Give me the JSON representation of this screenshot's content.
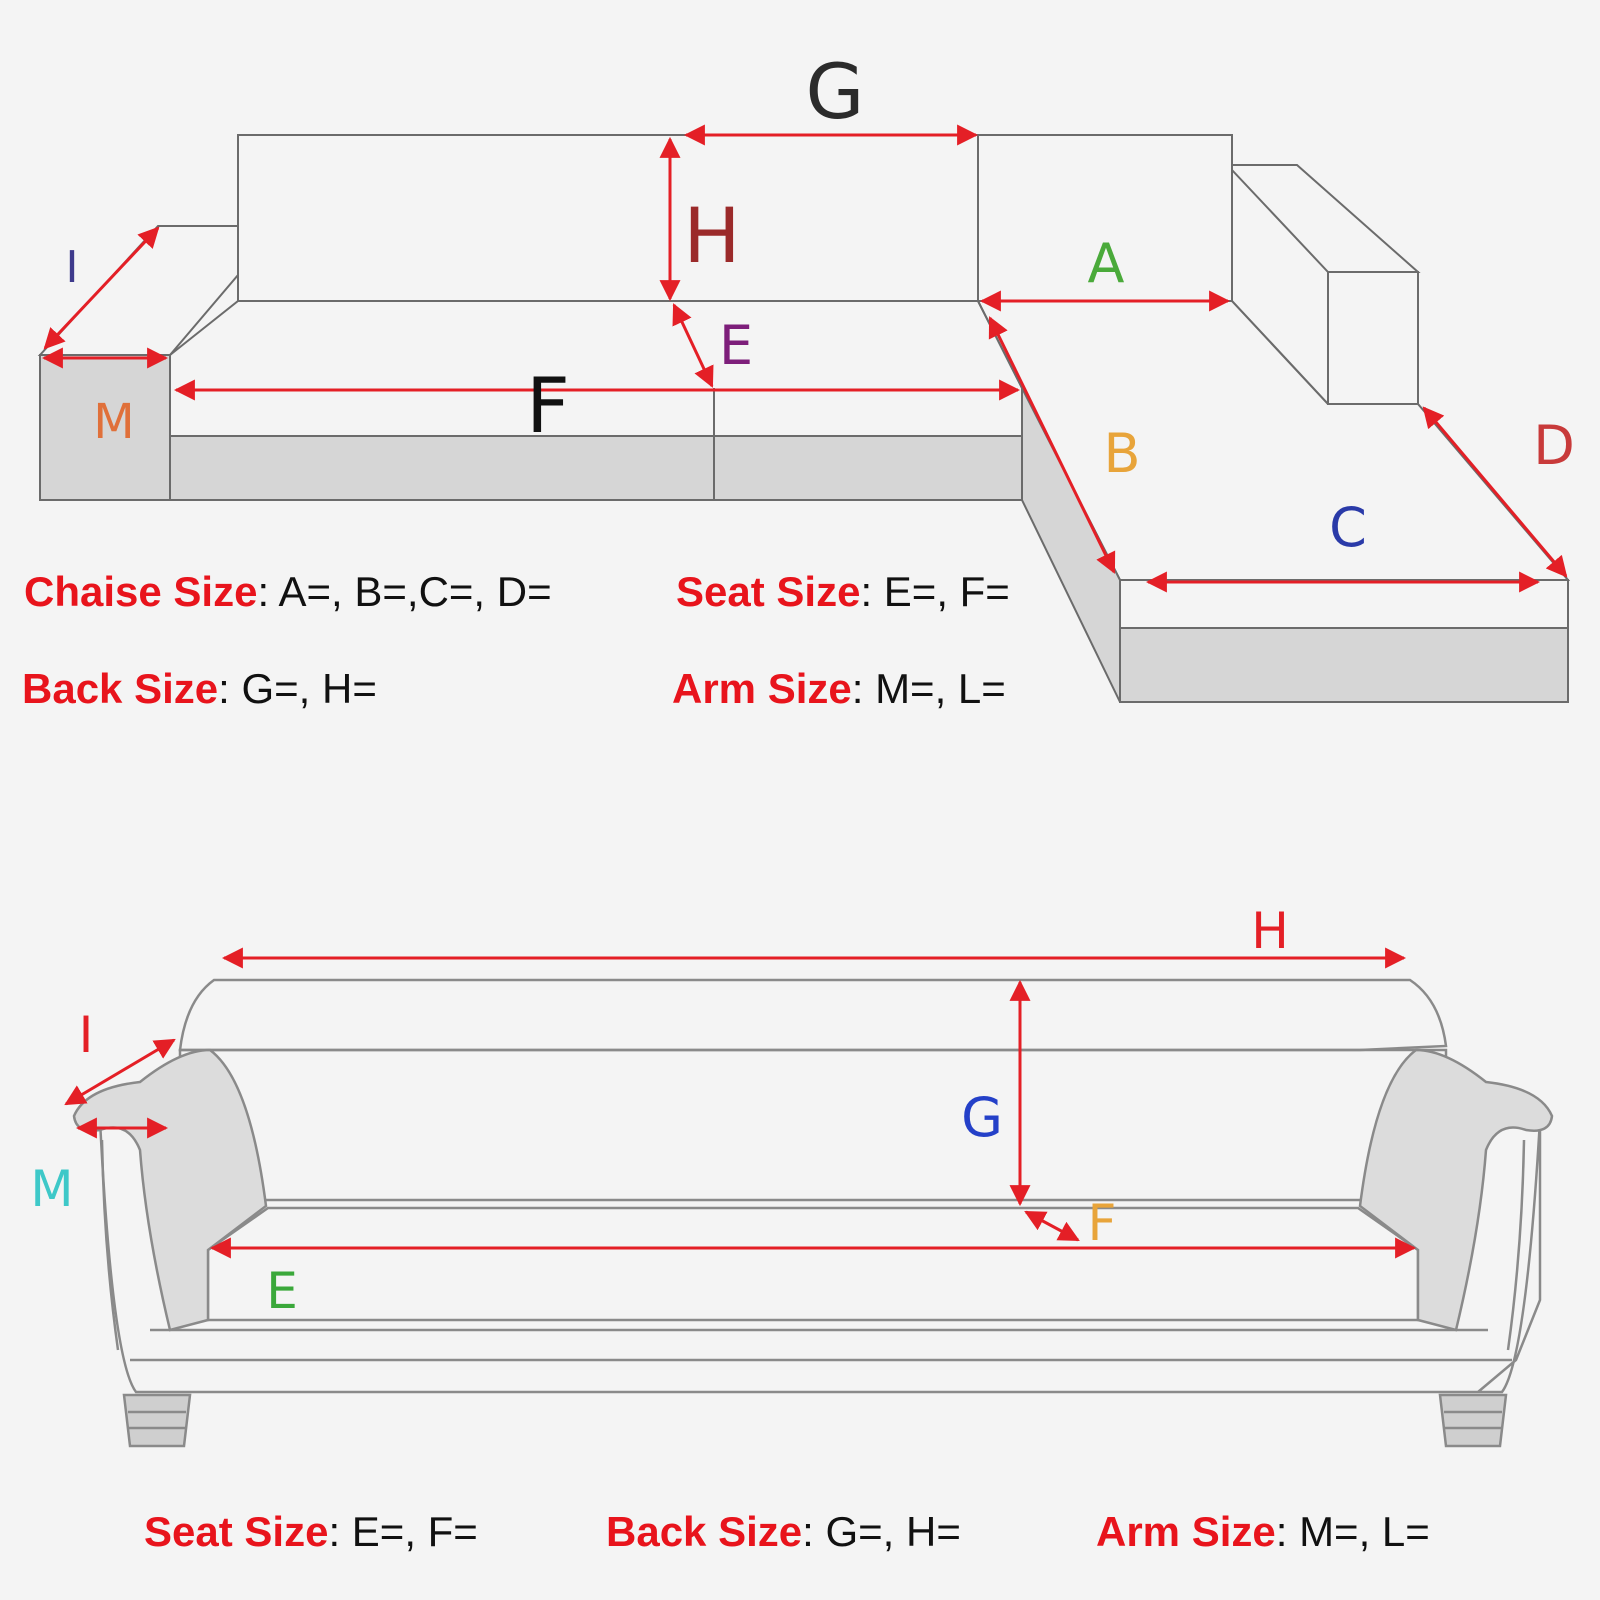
{
  "colors": {
    "dimension_arrow": "#e41f26",
    "outline": "#6b6b6b",
    "shade": "#d6d6d6",
    "caption_key": "#e8141c"
  },
  "sectional": {
    "labels": {
      "G": "G",
      "H": "H",
      "I": "I",
      "M": "M",
      "E": "E",
      "F": "F",
      "A": "A",
      "B": "B",
      "C": "C",
      "D": "D"
    },
    "label_colors": {
      "G": "#2b2b2b",
      "H": "#9b2a2a",
      "I": "#3e3a8c",
      "M": "#e0703a",
      "E": "#7d1e7a",
      "F": "#111111",
      "A": "#4aaa3a",
      "B": "#e8a43a",
      "C": "#2a3aa8",
      "D": "#c83a3a"
    },
    "captions": {
      "chaise": {
        "key": "Chaise Size",
        "rest": ": A=, B=,C=, D="
      },
      "seat": {
        "key": "Seat Size",
        "rest": ": E=, F="
      },
      "back": {
        "key": "Back Size",
        "rest": ": G=, H="
      },
      "arm": {
        "key": "Arm Size",
        "rest": ": M=, L="
      }
    }
  },
  "sofa": {
    "labels": {
      "H": "H",
      "I": "I",
      "M": "M",
      "G": "G",
      "F": "F",
      "E": "E"
    },
    "label_colors": {
      "H": "#e41f26",
      "I": "#e41f26",
      "M": "#3ec8c8",
      "G": "#2440c8",
      "F": "#e8a43a",
      "E": "#3aa83a"
    },
    "captions": {
      "seat": {
        "key": "Seat Size",
        "rest": ": E=, F="
      },
      "back": {
        "key": "Back Size",
        "rest": ": G=, H="
      },
      "arm": {
        "key": "Arm Size",
        "rest": ": M=, L="
      }
    }
  }
}
